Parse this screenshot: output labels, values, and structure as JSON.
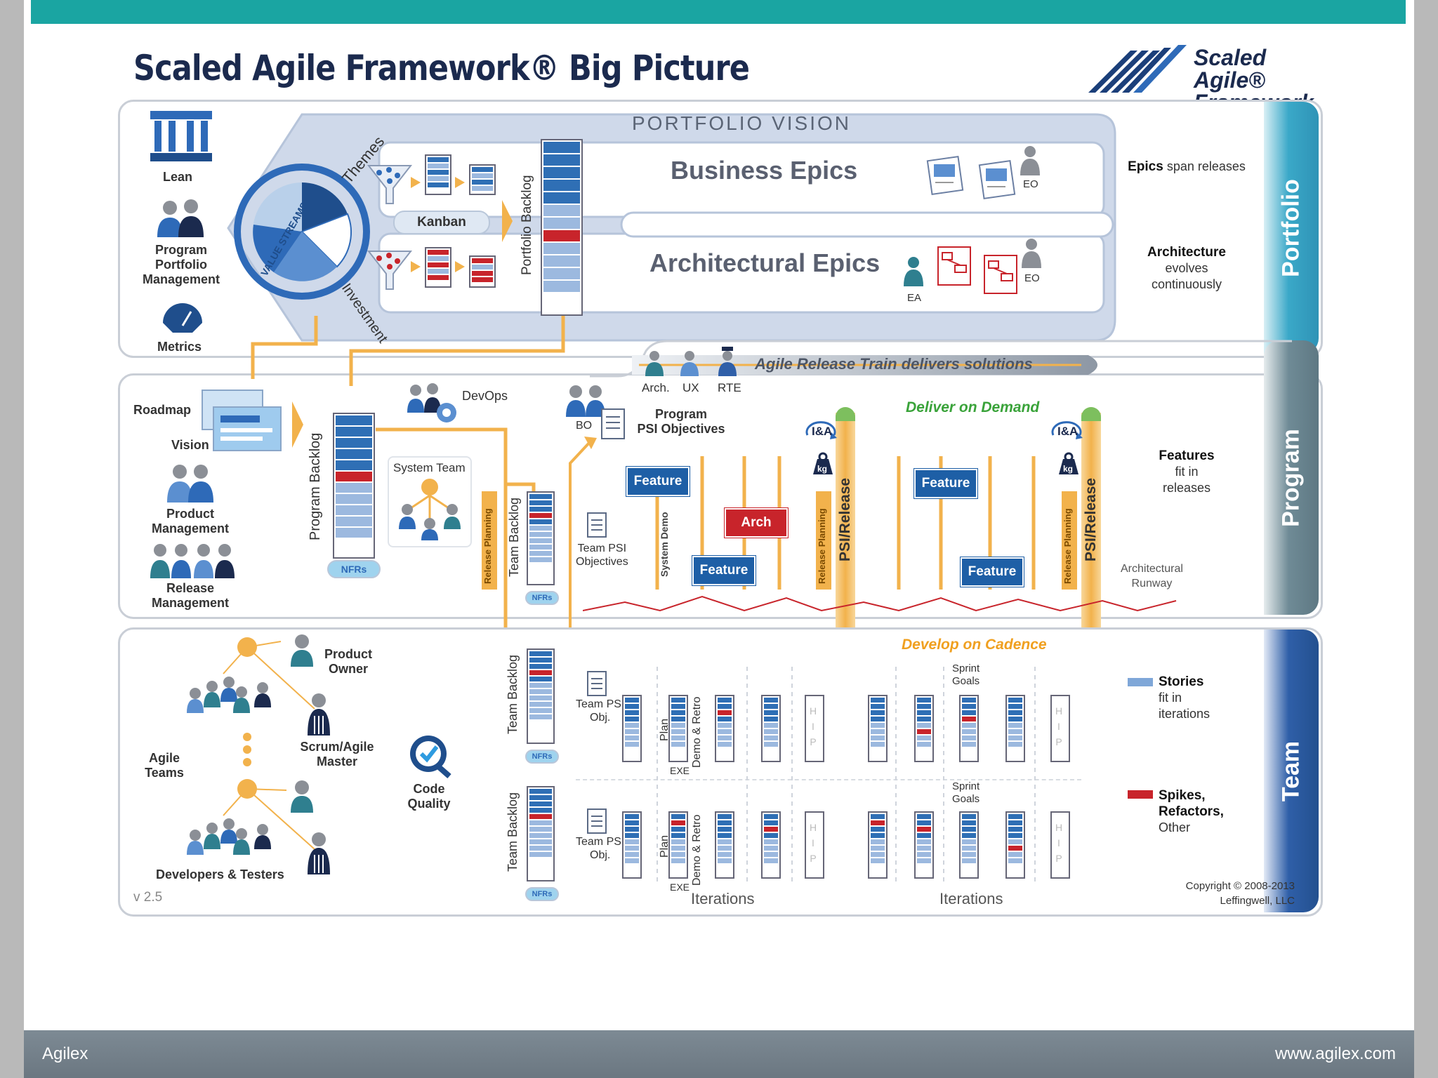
{
  "slide": {
    "title": "Scaled Agile Framework® Big Picture",
    "logo_text_1": "Scaled Agile®",
    "logo_text_2": "Framework",
    "footer_left": "Agilex",
    "footer_right": "www.agilex.com",
    "version": "v 2.5",
    "copyright_1": "Copyright © 2008-2013",
    "copyright_2": "Leffingwell, LLC"
  },
  "colors": {
    "teal_bar": "#1aa5a2",
    "portfolio": "#3aa8c8",
    "program": "#6f8b96",
    "team": "#2f5fa8",
    "feature": "#1e5fa6",
    "arch": "#c8242b",
    "orange": "#f2b24c"
  },
  "portfolio": {
    "side_label": "Portfolio",
    "lean": "Lean",
    "ppm": [
      "Program",
      "Portfolio",
      "Management"
    ],
    "metrics": "Metrics",
    "vision": "PORTFOLIO VISION",
    "business_epics": "Business Epics",
    "architectural_epics": "Architectural Epics",
    "kanban": "Kanban",
    "portfolio_backlog": "Portfolio Backlog",
    "themes": "Themes",
    "value_streams": "VALUE STREAMS",
    "investment": "Investment",
    "eo": "EO",
    "ea": "EA",
    "note1_bold": "Epics",
    "note1": "span releases",
    "note2_bold": "Architecture",
    "note2": [
      "evolves",
      "continuously"
    ]
  },
  "program": {
    "side_label": "Program",
    "roadmap": "Roadmap",
    "vision": "Vision",
    "product_management": [
      "Product",
      "Management"
    ],
    "release_management": [
      "Release",
      "Management"
    ],
    "program_backlog": "Program Backlog",
    "nfrs": "NFRs",
    "devops": "DevOps",
    "system_team": "System Team",
    "bo": "BO",
    "psi_objectives": [
      "Program",
      "PSI Objectives"
    ],
    "art": "Agile Release Train delivers solutions",
    "art_roles": [
      "Arch.",
      "UX",
      "RTE"
    ],
    "deliver_on_demand": "Deliver on Demand",
    "ia": "I&A",
    "kg": "kg",
    "release_planning": "Release Planning",
    "team_backlog": "Team Backlog",
    "team_psi_objectives": [
      "Team PSI",
      "Objectives"
    ],
    "system_demo": "System Demo",
    "psi_release": "PSI/Release",
    "feature": "Feature",
    "arch": "Arch",
    "arch_runway": [
      "Architectural",
      "Runway"
    ],
    "note_bold": "Features",
    "note": [
      "fit in",
      "releases"
    ]
  },
  "team": {
    "side_label": "Team",
    "product_owner": [
      "Product",
      "Owner"
    ],
    "scrum_master": [
      "Scrum/Agile",
      "Master"
    ],
    "agile_teams": [
      "Agile",
      "Teams"
    ],
    "code_quality": [
      "Code",
      "Quality"
    ],
    "dev_testers": "Developers & Testers",
    "develop_on_cadence": "Develop on Cadence",
    "team_backlog": "Team Backlog",
    "nfrs": "NFRs",
    "team_psi_obj": [
      "Team PSI",
      "Obj."
    ],
    "plan": "Plan",
    "exe": "EXE",
    "demo_retro": "Demo & Retro",
    "sprint_goals": [
      "Sprint",
      "Goals"
    ],
    "hip": "H I P",
    "iterations": "Iterations",
    "stories_bold": "Stories",
    "stories": [
      "fit in",
      "iterations"
    ],
    "spikes_bold": [
      "Spikes,",
      "Refactors,"
    ],
    "spikes": "Other"
  }
}
